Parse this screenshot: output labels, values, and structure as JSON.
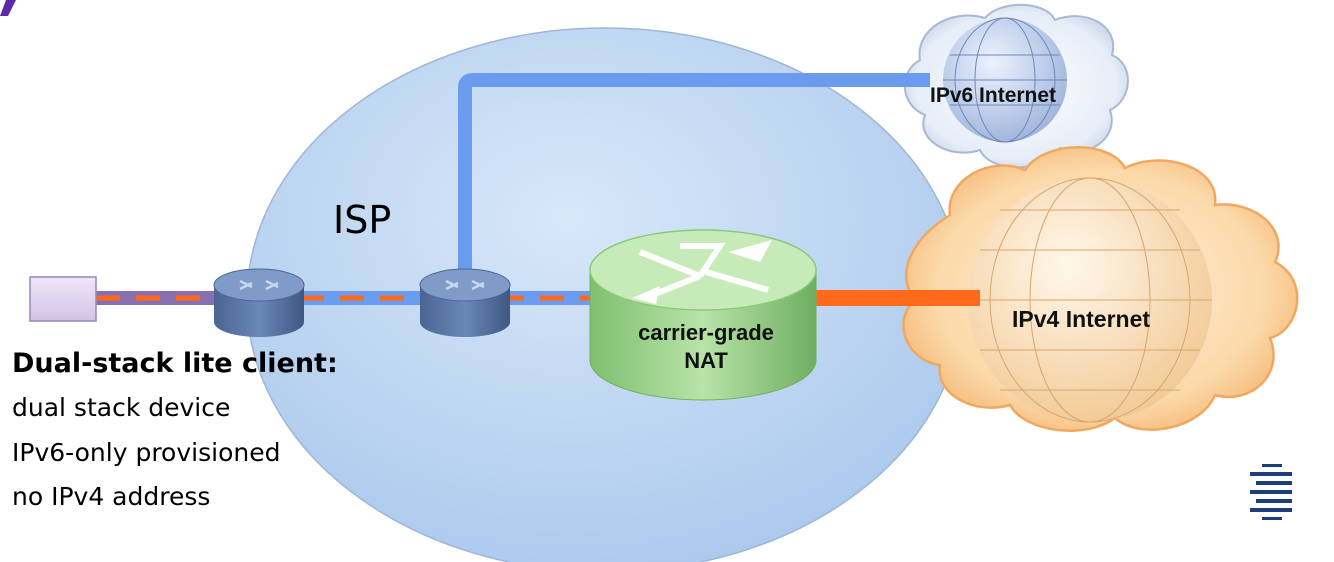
{
  "labels": {
    "isp": "ISP",
    "ipv6_internet": "IPv6 Internet",
    "ipv4_internet": "IPv4 Internet",
    "nat_line_1": "carrier-grade",
    "nat_line_2": "NAT"
  },
  "client": {
    "heading": "Dual-stack lite client:",
    "lines": [
      "dual stack device",
      "IPv6-only provisioned",
      "no IPv4 address"
    ]
  },
  "colors": {
    "isp_cloud": "#bcd6f3",
    "ipv6_link": "#6699ee",
    "ipv4_link": "#ff6a1a",
    "client_link": "#8a6fb0",
    "router": "#5d7aa6",
    "nat": "#a9d79a",
    "ipv4_cloud": "#f9c98e",
    "ipv6_cloud": "#dfe8f6"
  },
  "icons": [
    "client-device-icon",
    "router-icon",
    "nat-router-icon",
    "globe-icon",
    "menu-lines-icon"
  ]
}
